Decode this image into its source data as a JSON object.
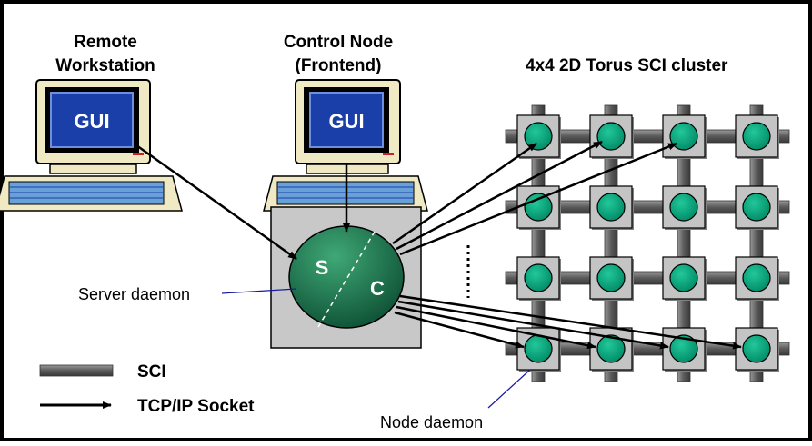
{
  "remote_workstation": {
    "line1": "Remote",
    "line2": "Workstation",
    "screen_label": "GUI"
  },
  "control_node": {
    "line1": "Control Node",
    "line2": "(Frontend)",
    "screen_label": "GUI"
  },
  "cluster": {
    "title": "4x4 2D Torus SCI cluster",
    "rows": 4,
    "cols": 4
  },
  "server": {
    "s_label": "S",
    "c_label": "C",
    "callout": "Server daemon"
  },
  "node_daemon_callout": "Node daemon",
  "legend": {
    "sci_label": "SCI",
    "tcp_label": "TCP/IP Socket"
  },
  "colors": {
    "node_green": "#00a07a",
    "node_box": "#c0c0c0",
    "link_gray": "#6e6e6e",
    "screen_blue": "#1a3fa8",
    "monitor_beige": "#efe9c4",
    "server_box": "#c8c8c8",
    "server_green_dark": "#0b5a3c",
    "server_green_light": "#39a06f",
    "callout_blue": "#1a1aa0"
  }
}
